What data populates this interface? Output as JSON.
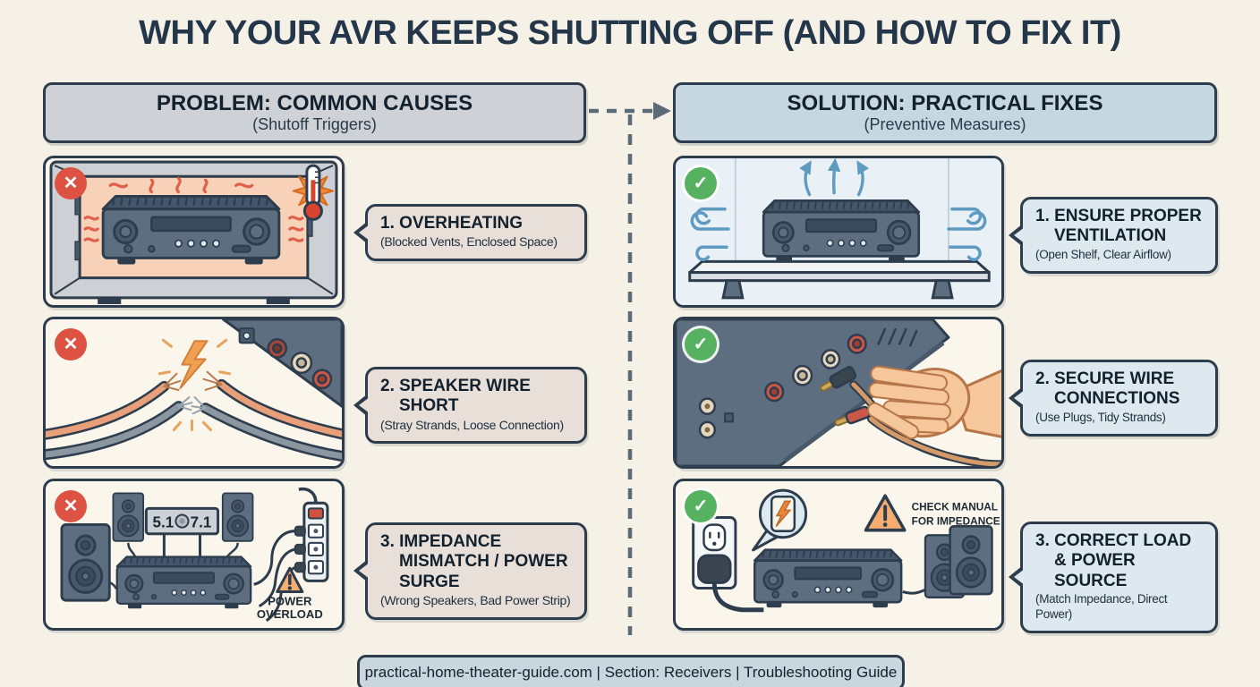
{
  "title": "WHY YOUR AVR KEEPS SHUTTING OFF (AND HOW TO FIX IT)",
  "columns": {
    "problem": {
      "header": "PROBLEM: COMMON CAUSES",
      "subheader": "(Shutoff Triggers)"
    },
    "solution": {
      "header": "SOLUTION: PRACTICAL FIXES",
      "subheader": "(Preventive Measures)"
    }
  },
  "problems": [
    {
      "label": "1. OVERHEATING",
      "detail": "(Blocked Vents, Enclosed Space)"
    },
    {
      "label": "2. SPEAKER WIRE SHORT",
      "detail": "(Stray Strands, Loose Connection)"
    },
    {
      "label": "3. IMPEDANCE MISMATCH / POWER SURGE",
      "detail": "(Wrong Speakers, Bad Power Strip)"
    }
  ],
  "solutions": [
    {
      "label": "1. ENSURE PROPER VENTILATION",
      "detail": "(Open Shelf, Clear Airflow)"
    },
    {
      "label": "2. SECURE WIRE CONNECTIONS",
      "detail": "(Use Plugs, Tidy Strands)"
    },
    {
      "label": "3. CORRECT LOAD & POWER SOURCE",
      "detail": "(Match Impedance, Direct Power)"
    }
  ],
  "annotations": {
    "channel_left": "5.1",
    "channel_right": "7.1",
    "power_overload_line1": "POWER",
    "power_overload_line2": "OVERLOAD",
    "check_manual_line1": "CHECK MANUAL",
    "check_manual_line2": "FOR IMPEDANCE"
  },
  "icons": {
    "error": "✕",
    "check": "✓"
  },
  "footer": "practical-home-theater-guide.com | Section: Receivers | Troubleshooting Guide",
  "colors": {
    "background": "#f5f1e6",
    "ink": "#2e3d4d",
    "problem_header_fill": "#ced2d6",
    "solution_header_fill": "#c6d7e1",
    "problem_bubble_fill": "#e7dfd8",
    "solution_bubble_fill": "#dde9ee",
    "error_red": "#dd5242",
    "success_green": "#56b161",
    "warning_orange": "#f5ad72",
    "heat_red": "#e0604a",
    "airflow_blue": "#5f9bc0"
  }
}
